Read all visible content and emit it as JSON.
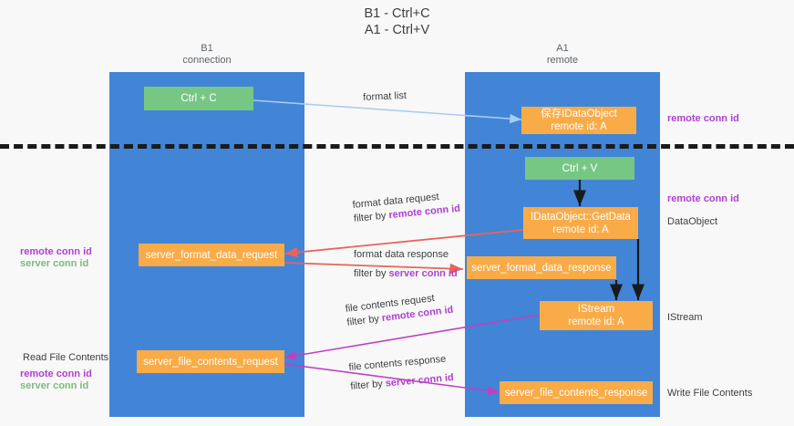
{
  "diagram": {
    "title": "B1 - Ctrl+C\nA1 - Ctrl+V",
    "lanes": [
      {
        "id": "b1",
        "header": "B1\nconnection",
        "color": "#4285d6"
      },
      {
        "id": "a1",
        "header": "A1\nremote",
        "color": "#4285d6"
      }
    ],
    "nodes": [
      {
        "id": "ctrl-c",
        "label": "Ctrl + C",
        "kind": "green"
      },
      {
        "id": "save-idataobject",
        "label": "保存IDataObject\nremote id: A",
        "kind": "orange"
      },
      {
        "id": "ctrl-v",
        "label": "Ctrl + V",
        "kind": "green"
      },
      {
        "id": "getdata",
        "label": "IDataObject::GetData\nremote id: A",
        "kind": "orange"
      },
      {
        "id": "server-format-data-request",
        "label": "server_format_data_request",
        "kind": "orange"
      },
      {
        "id": "server-format-data-response",
        "label": "server_format_data_response",
        "kind": "orange"
      },
      {
        "id": "istream",
        "label": "IStream\nremote id: A",
        "kind": "orange"
      },
      {
        "id": "server-file-contents-request",
        "label": "server_file_contents_request",
        "kind": "orange"
      },
      {
        "id": "server-file-contents-response",
        "label": "server_file_contents_response",
        "kind": "orange"
      }
    ],
    "edges": [
      {
        "id": "format-list",
        "line1": "format list",
        "line2": "",
        "line2_hl": "",
        "color": "#a8cdf0"
      },
      {
        "id": "format-data-request",
        "line1": "format data request",
        "line2": "filter by ",
        "line2_hl": "remote conn id",
        "color": "#e8645a"
      },
      {
        "id": "format-data-response",
        "line1": "format data response",
        "line2": "filter by ",
        "line2_hl": "server conn id",
        "color": "#e8645a"
      },
      {
        "id": "file-contents-request",
        "line1": "file contents request",
        "line2": "filter by ",
        "line2_hl": "remote conn id",
        "color": "#c23fc2"
      },
      {
        "id": "file-contents-response",
        "line1": "file contents response",
        "line2": "filter by ",
        "line2_hl": "server conn id",
        "color": "#c23fc2"
      }
    ],
    "annotations": {
      "right_remote_top": "remote conn id",
      "right_remote_mid": "remote conn id",
      "right_dataobject": "DataObject",
      "right_istream": "IStream",
      "right_write_file": "Write File Contents",
      "left_read_file": "Read File Contents",
      "left_remote_conn_mid": "remote conn id",
      "left_server_conn_mid": "server conn id",
      "left_remote_conn_low": "remote conn id",
      "left_server_conn_low": "server conn id"
    },
    "colors": {
      "lane": "#4285d6",
      "orange": "#f9ab48",
      "green": "#76c784",
      "remote": "#b040d0",
      "server": "#7cba7c",
      "arrow_blue": "#a8cdf0",
      "arrow_red": "#e8645a",
      "arrow_purple": "#c23fc2",
      "arrow_black": "#1a1a1a"
    }
  }
}
